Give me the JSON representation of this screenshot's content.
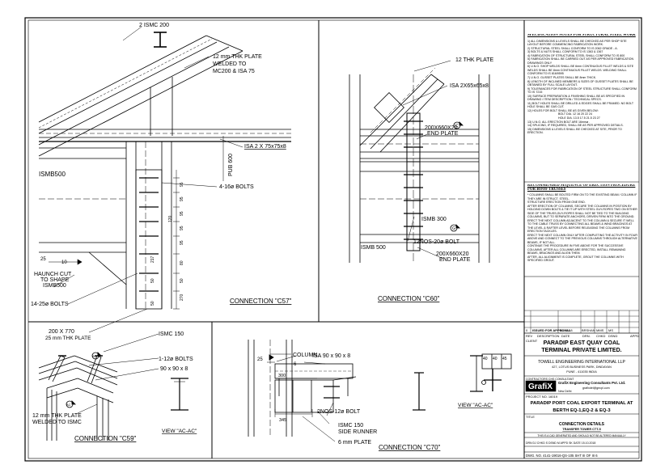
{
  "c57": {
    "caption": "CONNECTION \"C57\"",
    "labels": {
      "ismc200": "2 ISMC 200",
      "plate12a": "12 mm THK PLATE",
      "plate12b": "WELDED TO",
      "plate12c": "MC200 & ISA 75",
      "isa": "ISA  2 X 75x75x8",
      "pub": "PUB 600",
      "ismb": "ISMB500",
      "bolts16": "4-16ø BOLTS",
      "sec25": "25",
      "sec10": "10",
      "haunch1": "HAUNCH CUT",
      "haunch2": "TO SHAPE",
      "haunch3": "ISMB500",
      "bolts25": "14-25ø BOLTS",
      "plate200a": "200 X 770",
      "plate200b": "25 mm THK PLATE"
    },
    "dims": [
      "95",
      "95",
      "95",
      "95",
      "95",
      "120",
      "217",
      "80",
      "50",
      "50",
      "270",
      "50"
    ]
  },
  "c60": {
    "caption": "CONNECTION \"C60\"",
    "labels": {
      "plate12": "12 THK PLATE",
      "isa": "ISA 2X65x65x8",
      "endplate1a": "200X660X20",
      "endplate1b": "END PLATE",
      "ismb300": "ISMB 300",
      "bolts20": "12NOS-20ø  BOLT",
      "ismb500": "ISMB 500",
      "endplate2a": "200X660X20",
      "endplate2b": "END PLATE",
      "secC": "C",
      "secG": "G"
    }
  },
  "c59": {
    "caption": "CONNECTION \"C59\"",
    "view": "VIEW \"AC-AC\"",
    "labels": {
      "ismc150": "ISMC 150",
      "bolts12": "1-12ø BOLTS",
      "angle": "90 x 90 x 8",
      "plate12a": "12 mm THK PLATE",
      "plate12b": "WELDED TO ISMC",
      "ac": "AC"
    }
  },
  "c70": {
    "caption": "CONNECTION \"C70\"",
    "view": "VIEW \"AC-AC\"",
    "labels": {
      "column": "COLUMN",
      "sec6": "6",
      "sec25": "25",
      "isa": "ISA 90 x 90 x 8",
      "d300": "300",
      "d345": "345",
      "bolt": "2NOS-12ø BOLT",
      "ismc150a": "ISMC 150",
      "ismc150b": "SIDE RUNNER",
      "plate6": "6 mm PLATE",
      "viewdims": [
        "40",
        "40",
        "45"
      ]
    }
  },
  "spec_notes": {
    "title": "SPECIFICATION NOTES FOR STRUCTURAL STEEL WORK",
    "items": [
      "1) ALL DIMENSIONS & LEVELS SHALL BE CHECKED AS PER SHOP SITE LAYOUT BEFORE COMMENCING FABRICATION WORK.",
      "2) STRUCTURAL STEEL SHALL CONFORM TO IS 2062 GRADE - A.",
      "3) BOLTS & NUTS SHALL CONFORM TO IS 1363 & 1367",
      "4) FABRICATION OF STRUCTURAL STEEL SHALL CONFORM TO IS 800",
      "5) FABRICATION SHALL BE CARRIED OUT AS PER APPROVED FABRICATION DRAWINGS ONLY",
      "6) U.N.O. SHOP WELDS SHALL BE 6mm CONTINUOUS FILLET WELDS & SITE WELDS SHALL BE 8mm CONTINUOUS FILLET WELDS. WELDING SHALL CONFORM TO IS 816/9595",
      "7) U.N.O. GUSSET PLATES SHALL BE 8mm THICK.",
      "8) LENGTH OF INCLINED MEMBERS & SIZES OF GUSSET PLATES SHALL BE OBTAINED BY FULL SCALE LAYOUT.",
      "9) TOLERANCES FOR FABRICATION OF STEEL STRUCTURE SHALL CONFORM TO IS 7215",
      "10) SURFACE PREPARATION & FINISHING SHALL BE AS SPECIFIED IN DRAWING / ITEM DESCRIPTION / TECHNICAL SPECS.",
      "11) BOLT HOLES SHALL BE DRILLED & EDGES SHALL BE FRAMED. NO BOLT HOLE SHALL BE GAS CUT.",
      "12) HOLES FOR BOLT SHALL BE AS GIVEN BELOW:"
    ],
    "bolt_dia": "BOLT DIA.  12    16    20   22   24",
    "hole_dia": "HOLE DIA. 13.5  17.5  21.5  23   27",
    "items_tail": [
      "13) U.N.O. ALL ERECTION BOLT ARE 16mmø .",
      "14) SPLICING, IF REQUIRED, SHALL BE AS PER APPROVED DETAILS.",
      "15) DIMENSIONS & LEVELS SHALL BE CHECKED AT SITE, PRIOR TO ERECTION."
    ]
  },
  "erection_notes": {
    "title": "RECOMMENDED SEQUENCE OF ERECTION PROCEDURE FOR ROOF TRUSSES",
    "lines": [
      "* COLUMNS SHALL BE BOLTED FIRM ON TO THE EXISTING BEAM / COLUMN IF THEY ARE IN STRUCT. STEEL.",
      "STRUCTURE ERECTION FROM ONE END.",
      "AFTER ERECTION OF COLUMNS, SECURE THE COLUMNS IN POSITION BY HOLDING DOWN BOLTS & TIE IT UP WITH STEEL GUY-ROPES TWO ON EITHER SIDE OF THE TRUSS,GUY-ROPES SHALL NOT BE TIED TO THE BUILDING COLUMNS, BUT TO SEPARATE ANCHORS, DRIVEN FIRM INTO THE GROUND.",
      "ERECT THE NEXT COLUMN ADJACENT TO THE COLUMN & SECURE IT WELL TO THE CABLE TRUSS BY CONNECTING ALL BEAMS & WIND BRACINGS AT THE LEVEL & RAFTER LEVEL BEFORE RELEASING THE COLUMNS FROM ERECTION TACKLES.",
      "ERECT THE NEXT COLUMN ONLY AFTER COMPLETING THE ACTIVITY IN FOUR ABOVE AND CONNECT TO THE PREVIOUS COLUMNS THROUGH ALTERNATIVE BEAMS, IF NOT ALL.",
      "CONTINUE THE PROCEDURE IN FIVE ABOVE FOR THE SUCCESSIVE COLUMNS. AFTER ALL COLUMNS ARE ERECTED, INSTALL REMAINING BEAMS, BRACINGS AND ALIGN THEM.",
      "AFTER, ALL ALIGNMENT IS COMPLETE, GROUT THE COLUMNS WITH SPECIFIED GROUT."
    ]
  },
  "title_block": {
    "revision_row": [
      "0",
      "ISSUED FOR APPROVAL",
      "10.10.18",
      "BRSHAN",
      "MMS",
      "MS"
    ],
    "revision_headers": [
      "REV",
      "DESCRIPTION",
      "DATE",
      "DRN.",
      "CHKD",
      "DSND",
      "APPD"
    ],
    "client_label": "CLIENT",
    "client_line1": "PARADIP EAST QUAY COAL",
    "client_line2": "TERMINAL PRIVATE LIMITED.",
    "contractor_name": "TOWELL ENGINEERING INTERNATIONAL LLP",
    "contractor_addr1": "427, LOTUS BUSINESS PARK, DINDAYAN",
    "contractor_addr2": "PUNE - 411035 INDIA",
    "consultant_label": "CONTRACTORS CHS CONSULTANT",
    "consultant_logo": "GrafiX",
    "consultant_name": "GrafiX Engineering Consultants Pvt. Ltd.",
    "consultant_email": "grafixdel@gecpl.com",
    "consultant_city": "New Delhi",
    "project_label": "PROJECT NO. 16019",
    "project_line1": "PARADIP PORT COAL EXPORT TERMINAL AT",
    "project_line2": "BERTH EQ-1,EQ-2 & EQ-3",
    "title_label": "TITLE",
    "title_line1": "CONNECTION DETAILS",
    "title_line2": "TRANSFER TOWER CTT-5",
    "ip_note": "THIS IS A CAD GENERATED AND SHOULD NOT BE ALTERED MANUALLY",
    "meta_row": "DRN  DJ  CHKD  S  DSND  M  APPD  SK    DATE  15.10.2018",
    "dwg_row": "DWG. NO.  4141-19016-QS-105        SHT   III  OF  III     6"
  }
}
